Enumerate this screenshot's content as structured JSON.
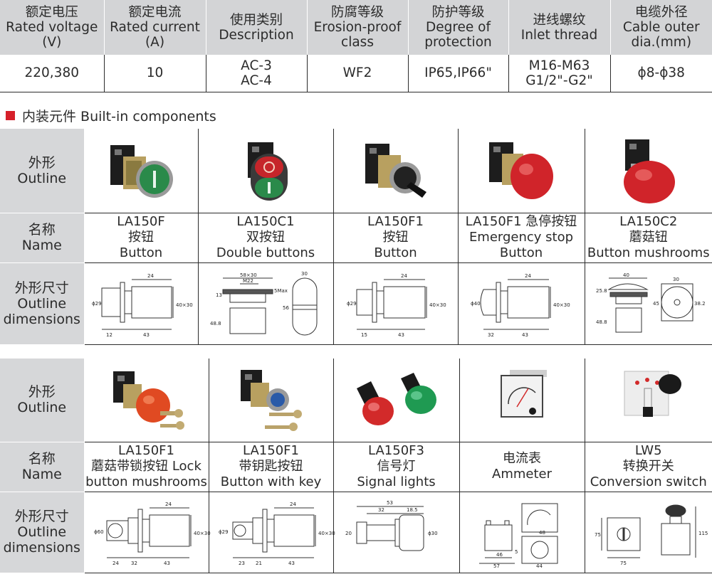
{
  "spec": {
    "headers": [
      [
        "额定电压",
        "Rated voltage",
        "(V)"
      ],
      [
        "额定电流",
        "Rated current",
        "(A)"
      ],
      [
        "使用类别",
        "Description"
      ],
      [
        "防腐等级",
        "Erosion-proof",
        "class"
      ],
      [
        "防护等级",
        "Degree of",
        "protection"
      ],
      [
        "进线螺纹",
        "Inlet thread"
      ],
      [
        "电缆外径",
        "Cable outer",
        "dia.(mm)"
      ]
    ],
    "values": [
      [
        "220,380"
      ],
      [
        "10"
      ],
      [
        "AC-3",
        "AC-4"
      ],
      [
        "WF2"
      ],
      [
        "IP65,IP66\""
      ],
      [
        "M16-M63",
        "G1/2\"-G2\""
      ],
      [
        "ϕ8-ϕ38"
      ]
    ]
  },
  "section_title": "内装元件 Built-in components",
  "labels": {
    "outline": [
      "外形",
      "Outline"
    ],
    "name": [
      "名称",
      "Name"
    ],
    "dims": [
      "外形尺寸",
      "Outline",
      "dimensions"
    ]
  },
  "group1": {
    "names": [
      [
        "LA150F",
        "按钮",
        "Button"
      ],
      [
        "LA150C1",
        "双按钮",
        "Double buttons"
      ],
      [
        "LA150F1",
        "按钮",
        "Button"
      ],
      [
        "LA150F1 急停按钮",
        "Emergency stop",
        "Button"
      ],
      [
        "LA150C2",
        "蘑菇钮",
        "Button mushrooms"
      ]
    ],
    "dims": [
      {
        "a": "24",
        "b": "ϕ29",
        "c": "40×30",
        "d": "12",
        "e": "43"
      },
      {
        "a": "58×30",
        "b": "M22",
        "c": "13",
        "d": "48.8",
        "e": "5Max",
        "f": "30",
        "g": "56"
      },
      {
        "a": "24",
        "b": "ϕ29",
        "c": "40×30",
        "d": "15",
        "e": "43"
      },
      {
        "a": "24",
        "b": "ϕ40",
        "c": "40×30",
        "d": "32",
        "e": "43"
      },
      {
        "a": "40",
        "b": "25.8",
        "c": "48.8",
        "d": "30",
        "e": "45",
        "f": "38.2"
      }
    ]
  },
  "group2": {
    "names": [
      [
        "LA150F1",
        "蘑菇带锁按钮 Lock",
        "button mushrooms"
      ],
      [
        "LA150F1",
        "带钥匙按钮",
        "Button with key"
      ],
      [
        "LA150F3",
        "信号灯",
        "Signal lights"
      ],
      [
        "电流表",
        "Ammeter"
      ],
      [
        "LW5",
        "转换开关",
        "Conversion switch"
      ]
    ],
    "dims": [
      {
        "a": "24",
        "b": "ϕ60",
        "c": "40×30",
        "d": "24",
        "e": "32",
        "f": "43"
      },
      {
        "a": "24",
        "b": "ϕ29",
        "c": "40×30",
        "d": "23",
        "e": "21",
        "f": "43"
      },
      {
        "a": "53",
        "b": "32",
        "c": "18.5",
        "d": "20",
        "e": "ϕ30"
      },
      {
        "a": "48",
        "b": "46",
        "c": "5",
        "d": "57",
        "e": "44"
      },
      {
        "a": "75",
        "b": "75",
        "c": "115"
      }
    ]
  },
  "colors": {
    "header_bg": "#d3d4d6",
    "label_bg": "#d6d7d9",
    "accent_red": "#d6202a",
    "button_green": "#2a8a4a",
    "lamp_red": "#d22a2a",
    "lamp_green": "#1f9a52"
  },
  "icons": [
    "green-push-button",
    "double-push-button",
    "selector-switch",
    "emergency-stop-button",
    "mushroom-button",
    "mushroom-lock-button",
    "key-switch",
    "signal-lights",
    "ammeter",
    "conversion-switch"
  ]
}
